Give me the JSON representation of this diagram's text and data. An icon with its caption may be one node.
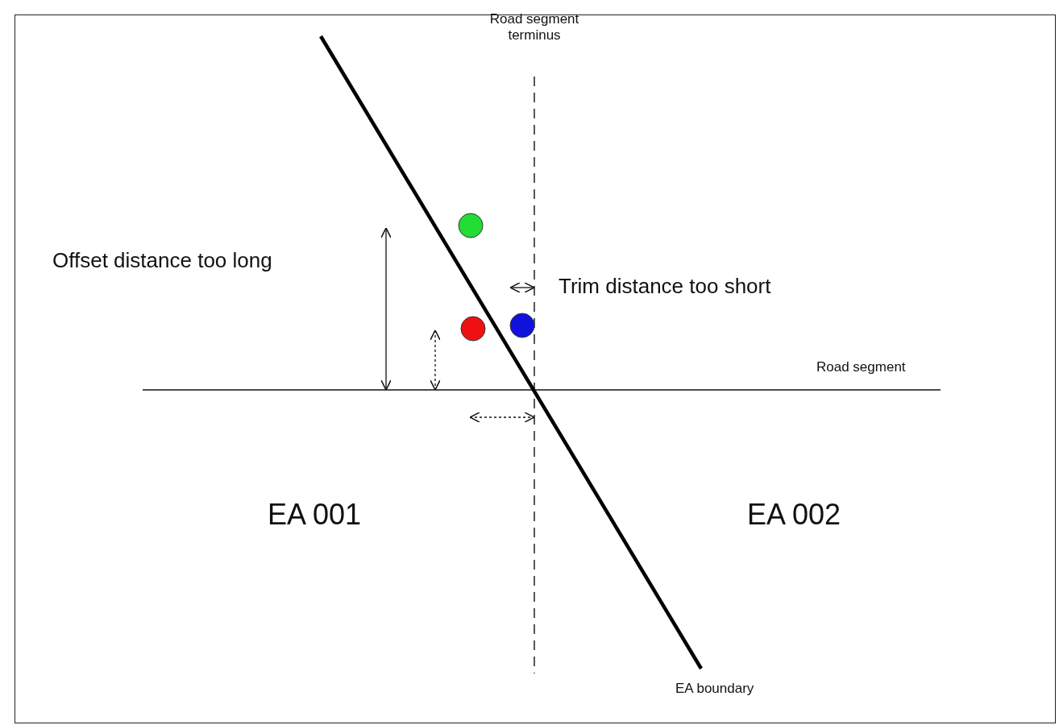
{
  "diagram": {
    "labels": [
      "Road segment terminus",
      "Offset distance too long",
      "Trim distance too short",
      "Road segment",
      "EA 001",
      "EA 002",
      "EA boundary"
    ]
  }
}
